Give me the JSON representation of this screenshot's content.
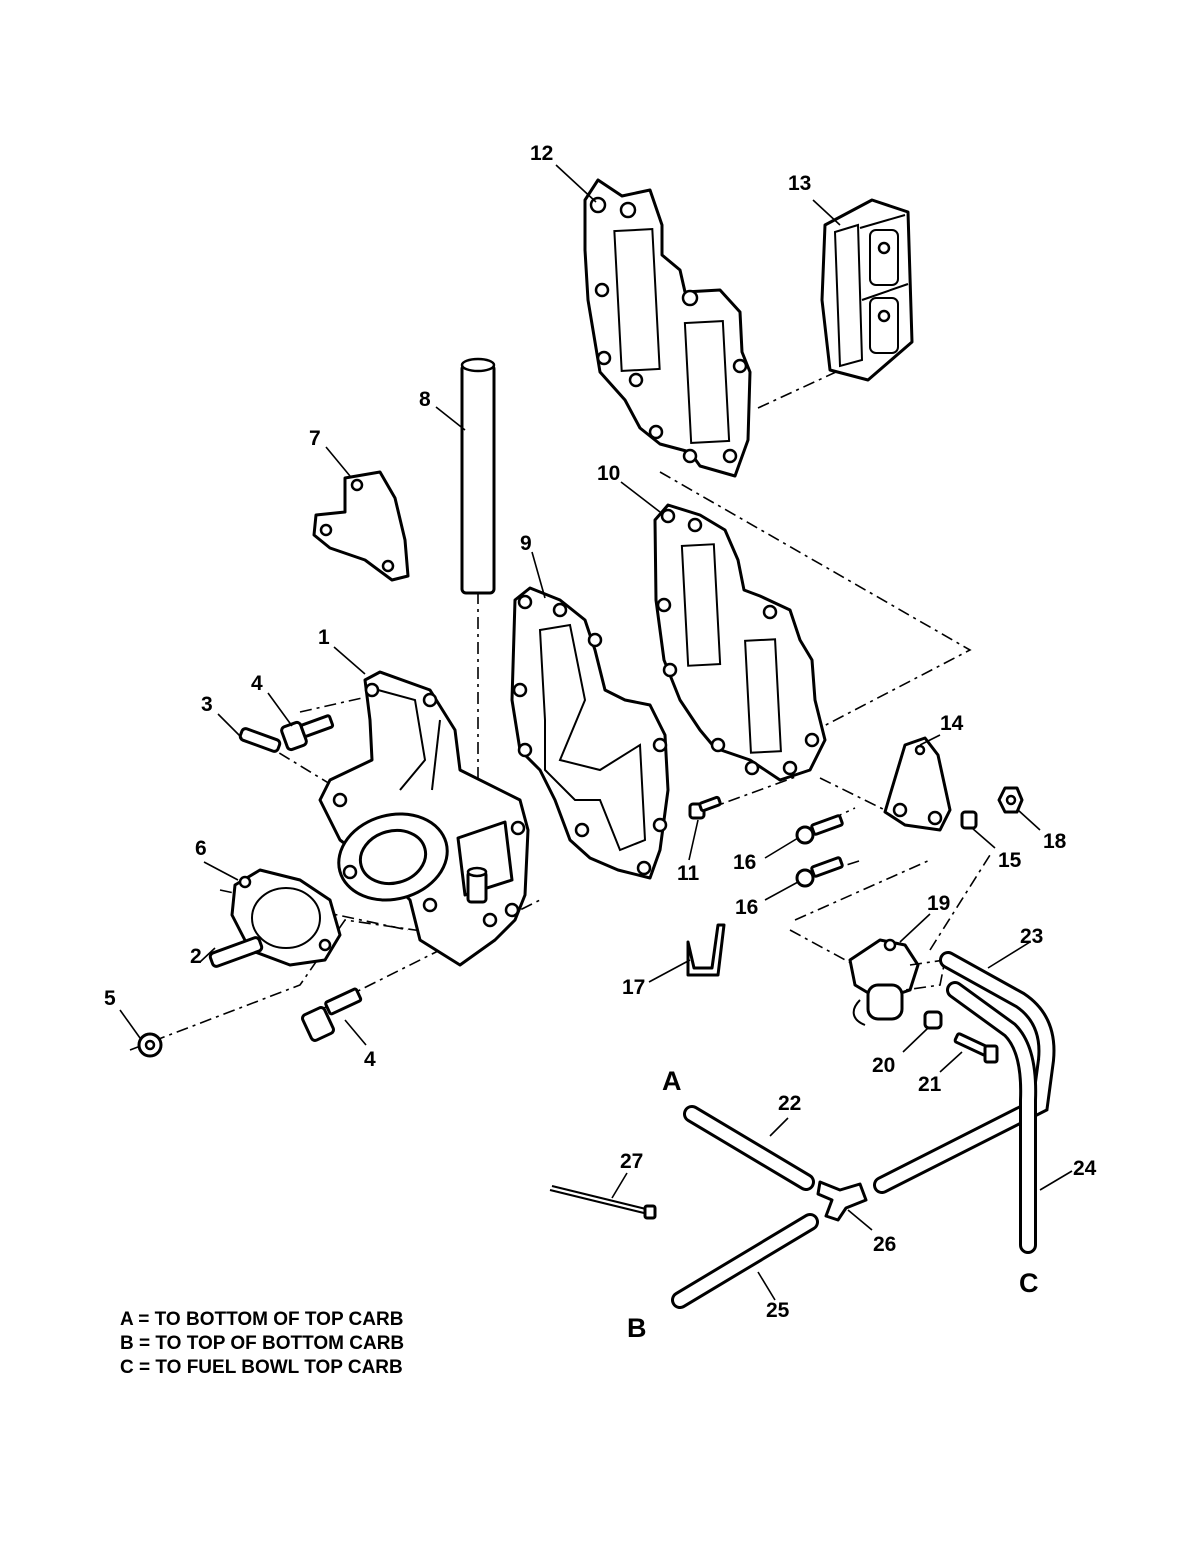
{
  "callouts": [
    {
      "id": "1",
      "label": "1"
    },
    {
      "id": "2",
      "label": "2"
    },
    {
      "id": "3",
      "label": "3"
    },
    {
      "id": "4a",
      "label": "4"
    },
    {
      "id": "4b",
      "label": "4"
    },
    {
      "id": "5",
      "label": "5"
    },
    {
      "id": "6",
      "label": "6"
    },
    {
      "id": "7",
      "label": "7"
    },
    {
      "id": "8",
      "label": "8"
    },
    {
      "id": "9",
      "label": "9"
    },
    {
      "id": "10",
      "label": "10"
    },
    {
      "id": "11",
      "label": "11"
    },
    {
      "id": "12",
      "label": "12"
    },
    {
      "id": "13",
      "label": "13"
    },
    {
      "id": "14",
      "label": "14"
    },
    {
      "id": "15",
      "label": "15"
    },
    {
      "id": "16a",
      "label": "16"
    },
    {
      "id": "16b",
      "label": "16"
    },
    {
      "id": "17",
      "label": "17"
    },
    {
      "id": "18",
      "label": "18"
    },
    {
      "id": "19",
      "label": "19"
    },
    {
      "id": "20",
      "label": "20"
    },
    {
      "id": "21",
      "label": "21"
    },
    {
      "id": "22",
      "label": "22"
    },
    {
      "id": "23",
      "label": "23"
    },
    {
      "id": "24",
      "label": "24"
    },
    {
      "id": "25",
      "label": "25"
    },
    {
      "id": "26",
      "label": "26"
    },
    {
      "id": "27",
      "label": "27"
    }
  ],
  "hose_ends": [
    {
      "id": "A",
      "label": "A"
    },
    {
      "id": "B",
      "label": "B"
    },
    {
      "id": "C",
      "label": "C"
    }
  ],
  "legend": [
    "A = TO BOTTOM OF TOP CARB",
    "B = TO TOP OF BOTTOM CARB",
    "C = TO FUEL BOWL TOP CARB"
  ]
}
